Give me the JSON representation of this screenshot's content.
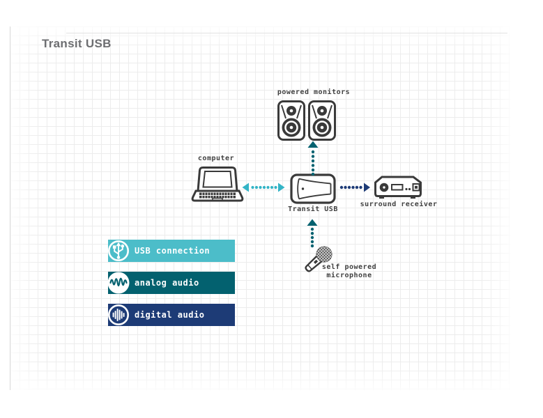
{
  "title": "Transit USB",
  "colors": {
    "title_color": "#6d6e71",
    "outline": "#3a3a3a",
    "label_color": "#3f3f3f",
    "usb_arrow": "#33b4c6",
    "usb_legend_bg": "#4cbdc9",
    "analog": "#03616f",
    "digital": "#1d3b76",
    "grid_line": "#ececec",
    "grid_edge": "#d9d9d9"
  },
  "diagram": {
    "nodes": [
      {
        "id": "powered-monitors",
        "label": "powered monitors"
      },
      {
        "id": "computer",
        "label": "computer"
      },
      {
        "id": "transit-usb",
        "label": "Transit USB"
      },
      {
        "id": "surround-receiver",
        "label": "surround receiver"
      },
      {
        "id": "microphone",
        "label_line1": "self powered",
        "label_line2": "microphone"
      }
    ],
    "connections": [
      {
        "from": "computer",
        "to": "transit-usb",
        "type": "USB connection",
        "bidirectional": true
      },
      {
        "from": "transit-usb",
        "to": "powered-monitors",
        "type": "analog audio",
        "bidirectional": false
      },
      {
        "from": "microphone",
        "to": "transit-usb",
        "type": "analog audio",
        "bidirectional": false
      },
      {
        "from": "transit-usb",
        "to": "surround-receiver",
        "type": "digital audio",
        "bidirectional": false
      }
    ]
  },
  "legend": {
    "items": [
      {
        "label": "USB connection",
        "icon": "usb-icon",
        "color": "#4cbdc9"
      },
      {
        "label": "analog audio",
        "icon": "analog-wave-icon",
        "color": "#03616f"
      },
      {
        "label": "digital audio",
        "icon": "digital-wave-icon",
        "color": "#1d3b76"
      }
    ]
  }
}
